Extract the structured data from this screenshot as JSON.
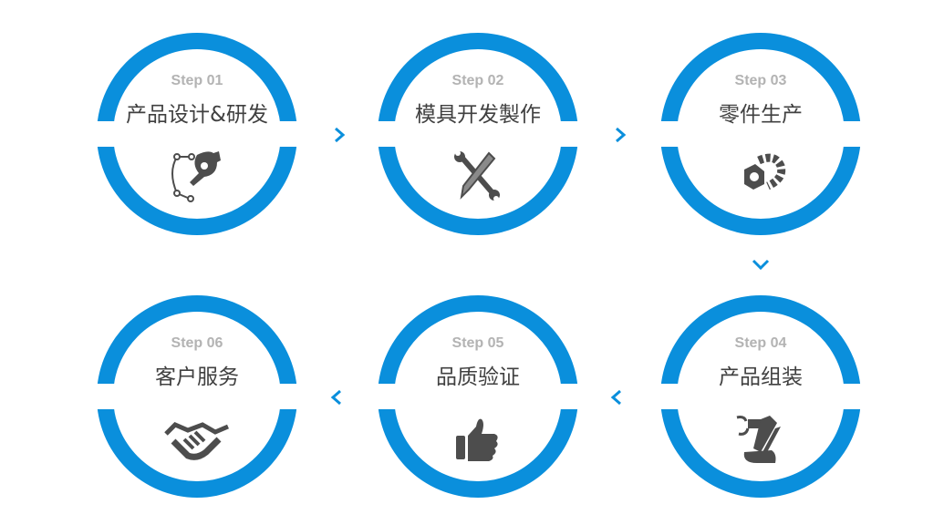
{
  "steps": [
    {
      "step": "Step 01",
      "title": "产品设计&研发",
      "icon": "pen-tool-icon"
    },
    {
      "step": "Step 02",
      "title": "模具开发製作",
      "icon": "wrench-pencil-icon"
    },
    {
      "step": "Step 03",
      "title": "零件生产",
      "icon": "bolt-nut-icon"
    },
    {
      "step": "Step 04",
      "title": "产品组装",
      "icon": "robot-arm-icon"
    },
    {
      "step": "Step 05",
      "title": "品质验证",
      "icon": "thumbs-up-icon"
    },
    {
      "step": "Step 06",
      "title": "客户服务",
      "icon": "handshake-icon"
    }
  ],
  "colors": {
    "ring": "#0a8fdc",
    "text": "#404040",
    "step": "#b3b3b3",
    "icon": "#4d4d4d"
  }
}
